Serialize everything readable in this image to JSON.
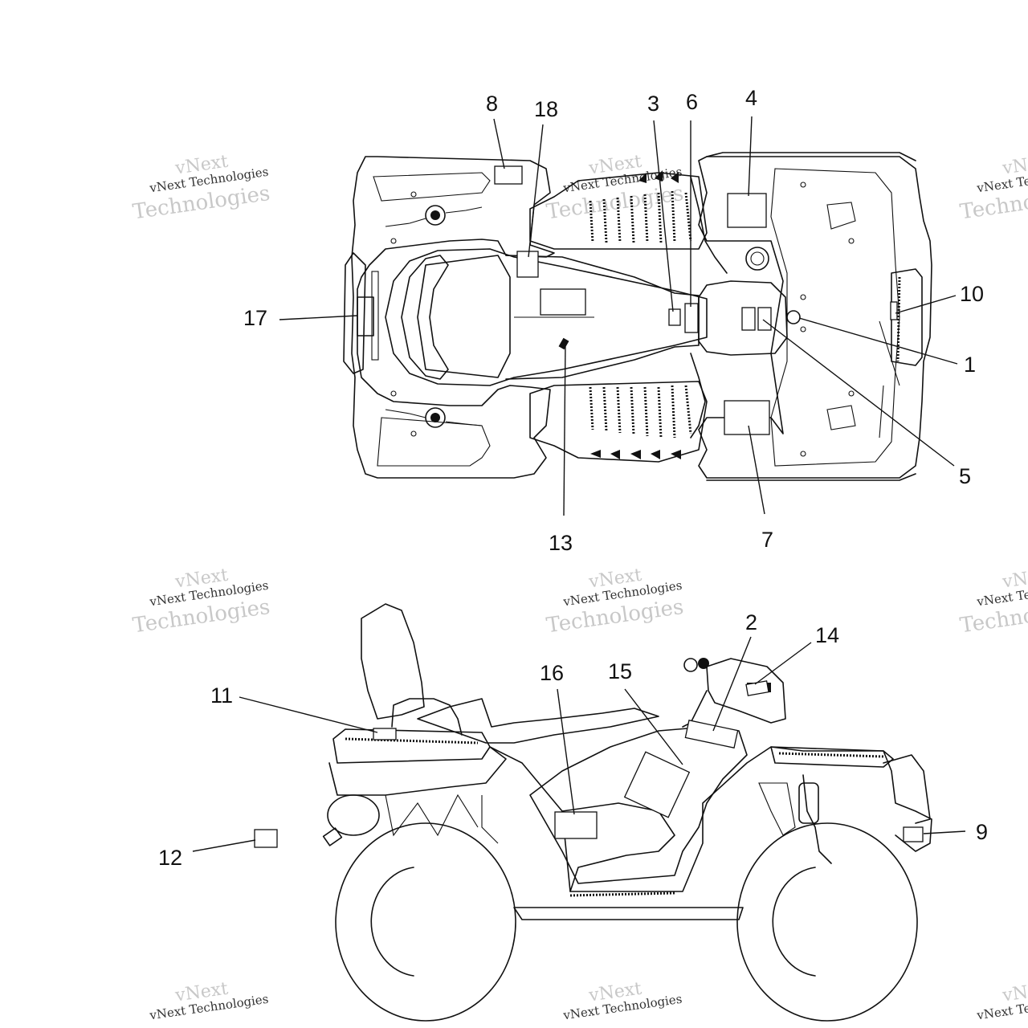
{
  "watermark": {
    "line1": "vNext",
    "line2": "vNext Technologies",
    "line3": "Technologies"
  },
  "callouts": {
    "c1": "1",
    "c2": "2",
    "c3": "3",
    "c4": "4",
    "c5": "5",
    "c6": "6",
    "c7": "7",
    "c8": "8",
    "c9": "9",
    "c10": "10",
    "c11": "11",
    "c12": "12",
    "c13": "13",
    "c14": "14",
    "c15": "15",
    "c16": "16",
    "c17": "17",
    "c18": "18"
  }
}
